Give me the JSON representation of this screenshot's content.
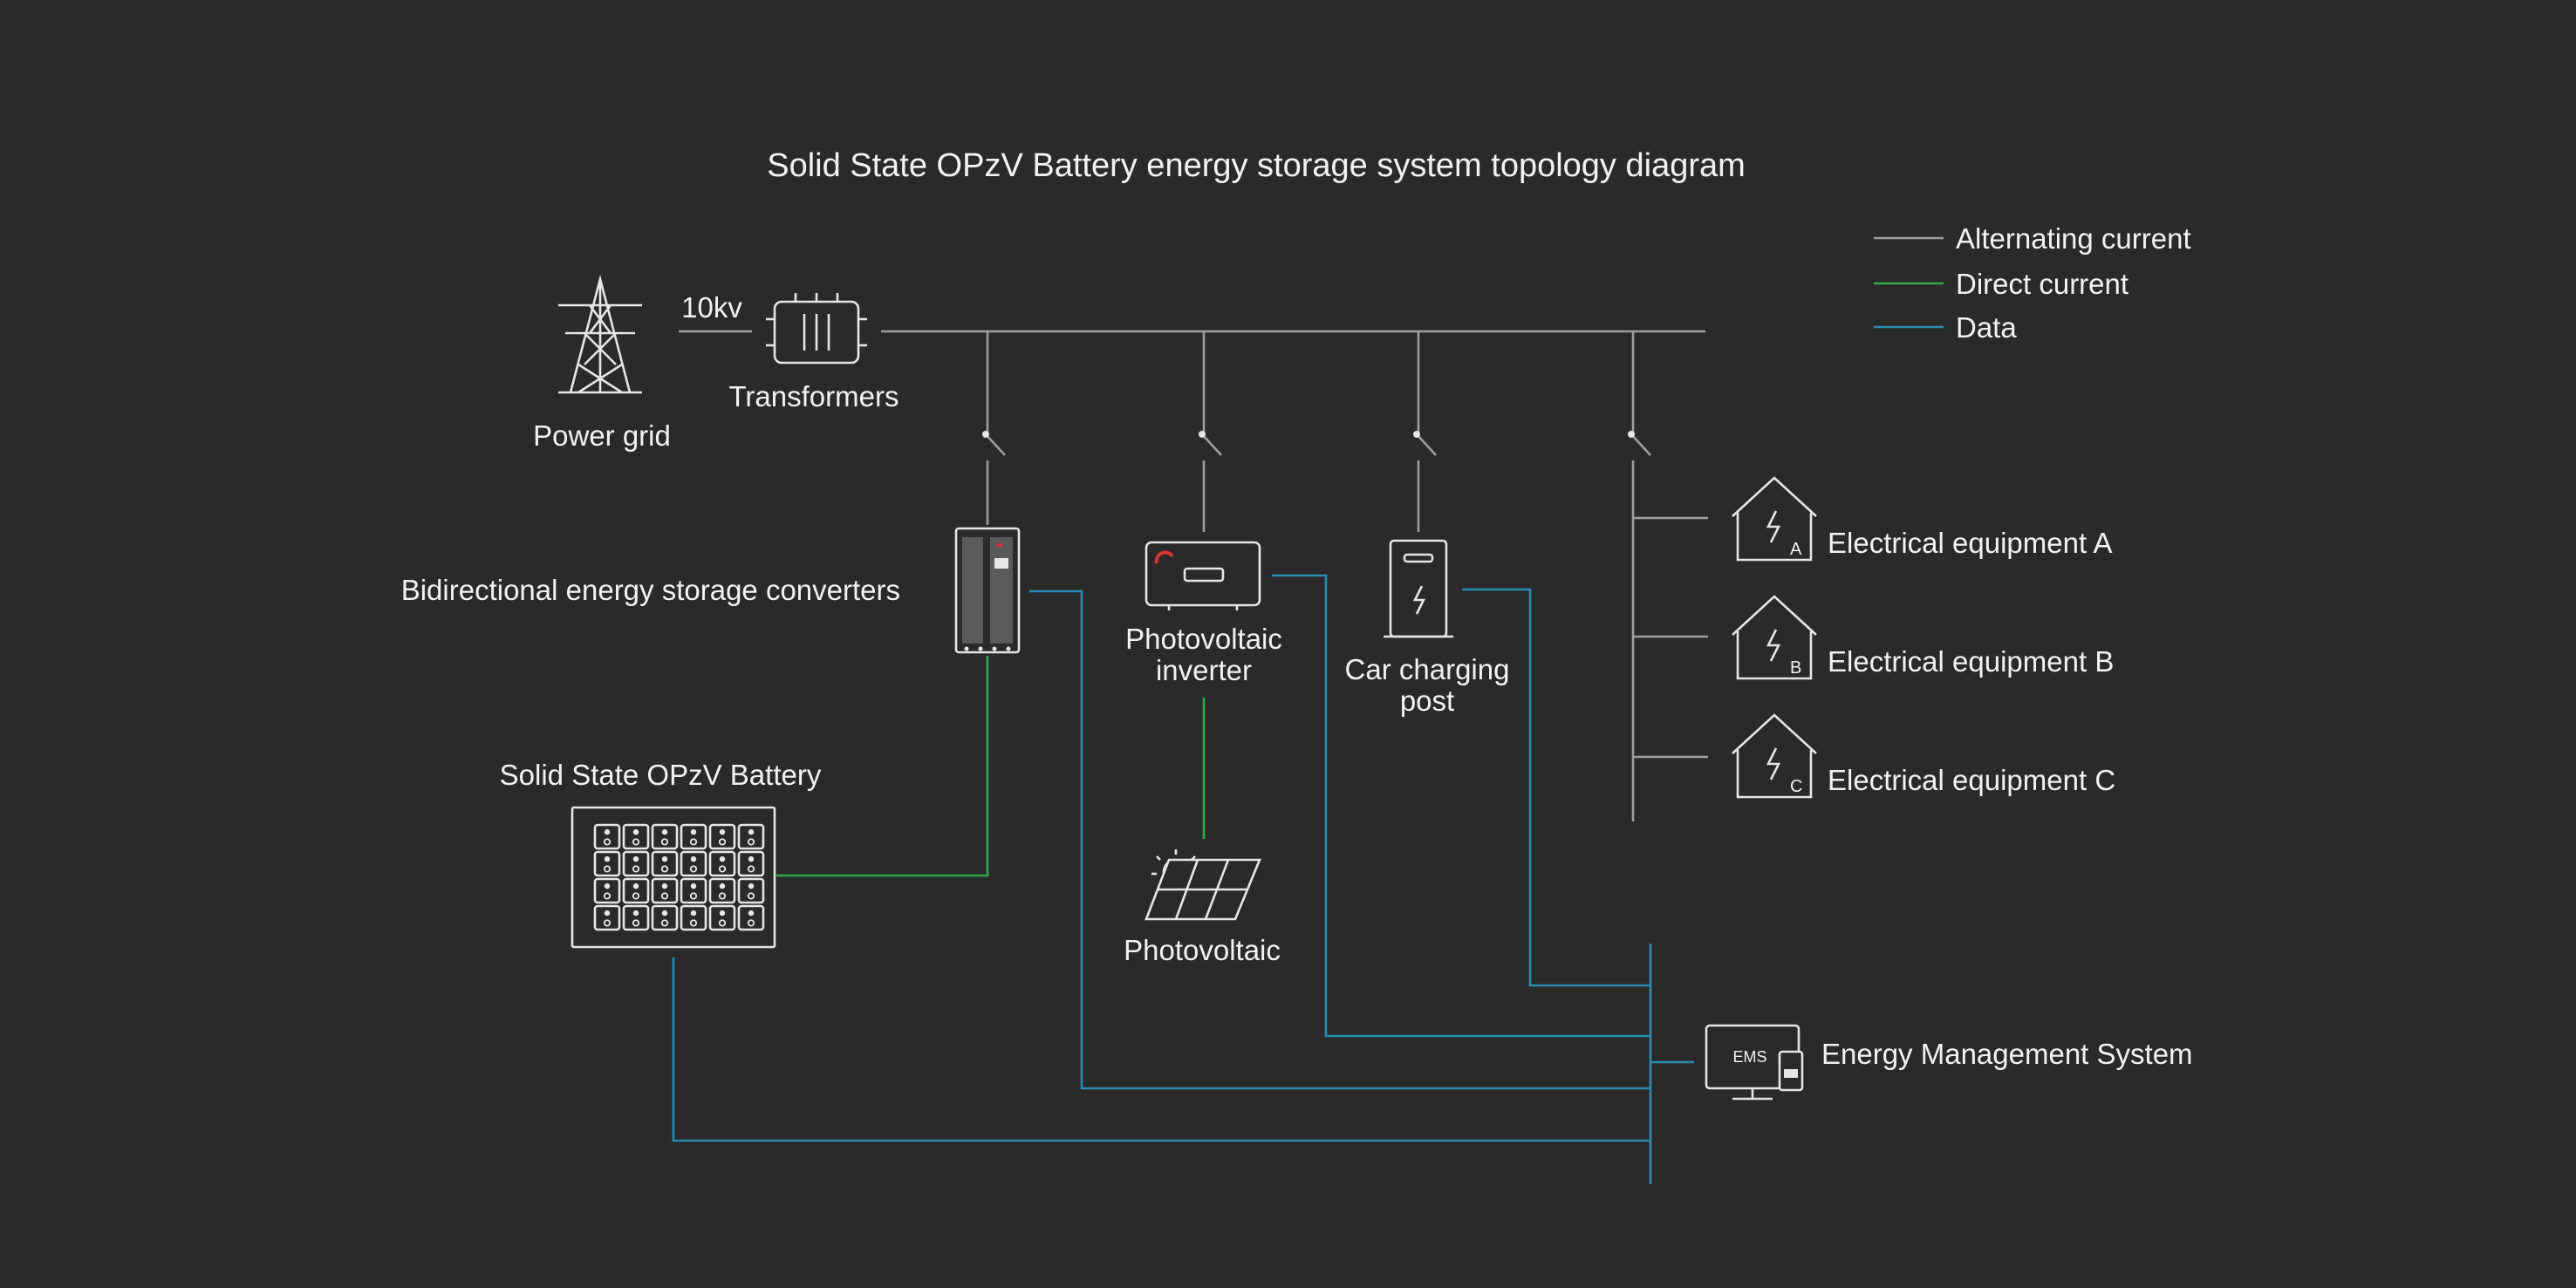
{
  "title": "Solid State OPzV Battery energy storage system topology diagram",
  "legend": [
    {
      "label": "Alternating current",
      "color": "#9e9e9e"
    },
    {
      "label": "Direct current",
      "color": "#2faa4b"
    },
    {
      "label": "Data",
      "color": "#2a8bb0"
    }
  ],
  "labels": {
    "voltage": "10kv",
    "power_grid": "Power grid",
    "transformers": "Transformers",
    "bess_converter": "Bidirectional energy storage converters",
    "pv_inverter_line1": "Photovoltaic",
    "pv_inverter_line2": "inverter",
    "charging_line1": "Car charging",
    "charging_line2": "post",
    "battery": "Solid State OPzV Battery",
    "photovoltaic": "Photovoltaic",
    "equipment_a": "Electrical equipment A",
    "equipment_b": "Electrical equipment B",
    "equipment_c": "Electrical equipment C",
    "ems": "Energy Management System",
    "ems_badge": "EMS",
    "house_a": "A",
    "house_b": "B",
    "house_c": "C"
  },
  "icons": [
    "transmission-tower-icon",
    "transformer-icon",
    "converter-cabinet-icon",
    "inverter-icon",
    "charging-post-icon",
    "battery-pack-icon",
    "solar-panel-icon",
    "house-bolt-icon",
    "ems-monitor-icon",
    "switch-icon"
  ]
}
